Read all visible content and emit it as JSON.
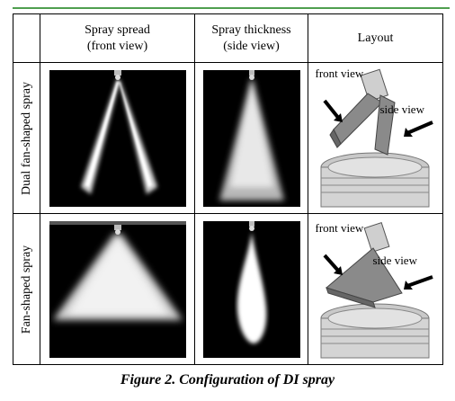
{
  "table": {
    "headers": {
      "spread": "Spray spread\n(front view)",
      "thickness": "Spray thickness\n(side view)",
      "layout": "Layout"
    },
    "rows": [
      {
        "label": "Dual fan-shaped spray",
        "front_view_label": "front view",
        "side_view_label": "side view"
      },
      {
        "label": "Fan-shaped spray",
        "front_view_label": "front view",
        "side_view_label": "side view"
      }
    ]
  },
  "caption": "Figure 2. Configuration of DI spray"
}
